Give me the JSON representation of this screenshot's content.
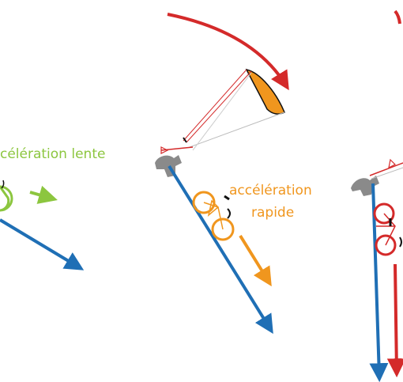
{
  "labels": {
    "slow": "célération lente",
    "fast_line1": "accélération",
    "fast_line2": "rapide"
  },
  "colors": {
    "slow": "#8cc63f",
    "fast": "#f0961e",
    "red": "#d42a2a",
    "blue": "#1f6fb5",
    "gray": "#8a8a8a",
    "kite": "#f0961e"
  }
}
